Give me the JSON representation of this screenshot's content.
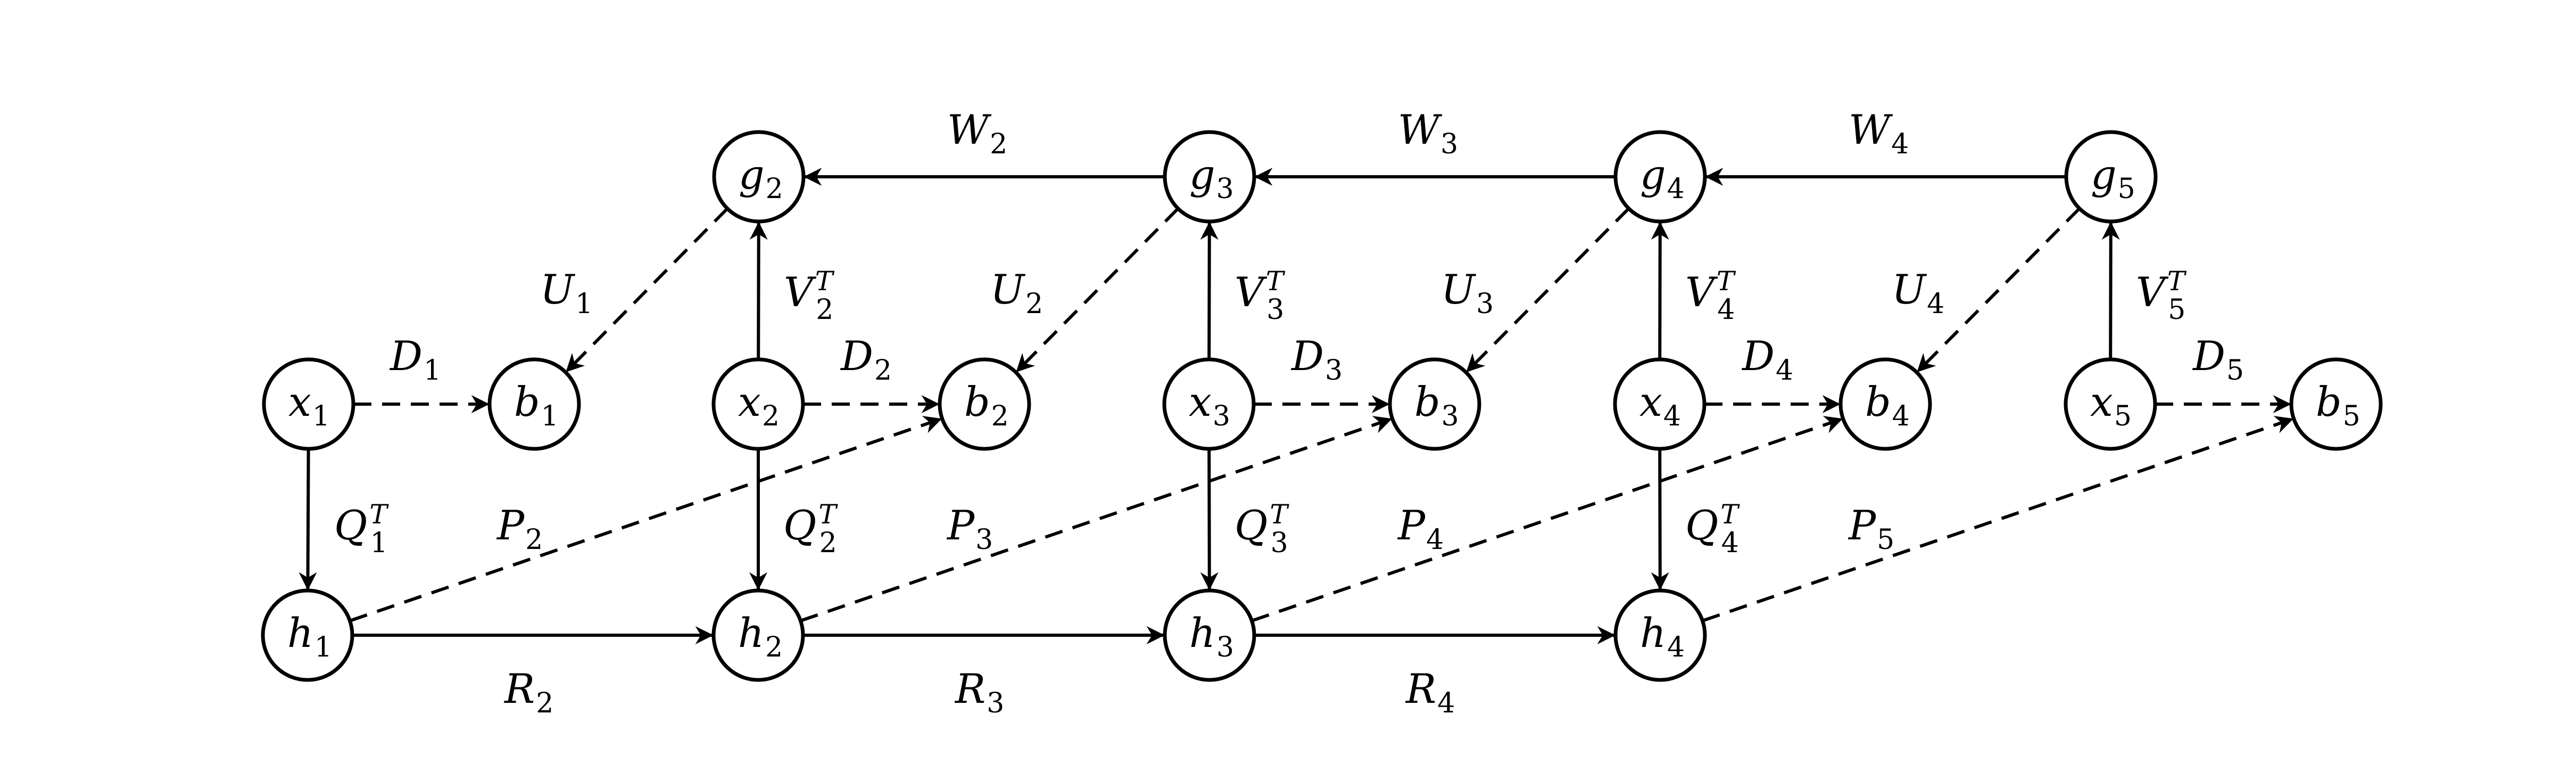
{
  "diagram": {
    "nodes": [
      {
        "id": "x1",
        "base": "x",
        "sub": "1"
      },
      {
        "id": "b1",
        "base": "b",
        "sub": "1"
      },
      {
        "id": "h1",
        "base": "h",
        "sub": "1"
      },
      {
        "id": "g2",
        "base": "g",
        "sub": "2"
      },
      {
        "id": "x2",
        "base": "x",
        "sub": "2"
      },
      {
        "id": "b2",
        "base": "b",
        "sub": "2"
      },
      {
        "id": "h2",
        "base": "h",
        "sub": "2"
      },
      {
        "id": "g3",
        "base": "g",
        "sub": "3"
      },
      {
        "id": "x3",
        "base": "x",
        "sub": "3"
      },
      {
        "id": "b3",
        "base": "b",
        "sub": "3"
      },
      {
        "id": "h3",
        "base": "h",
        "sub": "3"
      },
      {
        "id": "g4",
        "base": "g",
        "sub": "4"
      },
      {
        "id": "x4",
        "base": "x",
        "sub": "4"
      },
      {
        "id": "b4",
        "base": "b",
        "sub": "4"
      },
      {
        "id": "h4",
        "base": "h",
        "sub": "4"
      },
      {
        "id": "g5",
        "base": "g",
        "sub": "5"
      },
      {
        "id": "x5",
        "base": "x",
        "sub": "5"
      },
      {
        "id": "b5",
        "base": "b",
        "sub": "5"
      }
    ],
    "edges": [
      {
        "from": "x1",
        "to": "b1",
        "style": "dashed",
        "label": {
          "base": "D",
          "sub": "1"
        }
      },
      {
        "from": "x1",
        "to": "h1",
        "style": "solid",
        "label": {
          "base": "Q",
          "sub": "1",
          "sup": "T"
        }
      },
      {
        "from": "h1",
        "to": "b2",
        "style": "dashed",
        "label": {
          "base": "P",
          "sub": "2"
        }
      },
      {
        "from": "h1",
        "to": "h2",
        "style": "solid",
        "label": {
          "base": "R",
          "sub": "2"
        }
      },
      {
        "from": "g2",
        "to": "b1",
        "style": "dashed",
        "label": {
          "base": "U",
          "sub": "1"
        }
      },
      {
        "from": "x2",
        "to": "g2",
        "style": "solid",
        "label": {
          "base": "V",
          "sub": "2",
          "sup": "T"
        }
      },
      {
        "from": "x2",
        "to": "b2",
        "style": "dashed",
        "label": {
          "base": "D",
          "sub": "2"
        }
      },
      {
        "from": "x2",
        "to": "h2",
        "style": "solid",
        "label": {
          "base": "Q",
          "sub": "2",
          "sup": "T"
        }
      },
      {
        "from": "g3",
        "to": "g2",
        "style": "solid",
        "label": {
          "base": "W",
          "sub": "2"
        }
      },
      {
        "from": "h2",
        "to": "b3",
        "style": "dashed",
        "label": {
          "base": "P",
          "sub": "3"
        }
      },
      {
        "from": "h2",
        "to": "h3",
        "style": "solid",
        "label": {
          "base": "R",
          "sub": "3"
        }
      },
      {
        "from": "g3",
        "to": "b2",
        "style": "dashed",
        "label": {
          "base": "U",
          "sub": "2"
        }
      },
      {
        "from": "x3",
        "to": "g3",
        "style": "solid",
        "label": {
          "base": "V",
          "sub": "3",
          "sup": "T"
        }
      },
      {
        "from": "x3",
        "to": "b3",
        "style": "dashed",
        "label": {
          "base": "D",
          "sub": "3"
        }
      },
      {
        "from": "x3",
        "to": "h3",
        "style": "solid",
        "label": {
          "base": "Q",
          "sub": "3",
          "sup": "T"
        }
      },
      {
        "from": "g4",
        "to": "g3",
        "style": "solid",
        "label": {
          "base": "W",
          "sub": "3"
        }
      },
      {
        "from": "h3",
        "to": "b4",
        "style": "dashed",
        "label": {
          "base": "P",
          "sub": "4"
        }
      },
      {
        "from": "h3",
        "to": "h4",
        "style": "solid",
        "label": {
          "base": "R",
          "sub": "4"
        }
      },
      {
        "from": "g4",
        "to": "b3",
        "style": "dashed",
        "label": {
          "base": "U",
          "sub": "3"
        }
      },
      {
        "from": "x4",
        "to": "g4",
        "style": "solid",
        "label": {
          "base": "V",
          "sub": "4",
          "sup": "T"
        }
      },
      {
        "from": "x4",
        "to": "b4",
        "style": "dashed",
        "label": {
          "base": "D",
          "sub": "4"
        }
      },
      {
        "from": "x4",
        "to": "h4",
        "style": "solid",
        "label": {
          "base": "Q",
          "sub": "4",
          "sup": "T"
        }
      },
      {
        "from": "g5",
        "to": "g4",
        "style": "solid",
        "label": {
          "base": "W",
          "sub": "4"
        }
      },
      {
        "from": "h4",
        "to": "b5",
        "style": "dashed",
        "label": {
          "base": "P",
          "sub": "5"
        }
      },
      {
        "from": "g5",
        "to": "b4",
        "style": "dashed",
        "label": {
          "base": "U",
          "sub": "4"
        }
      },
      {
        "from": "x5",
        "to": "g5",
        "style": "solid",
        "label": {
          "base": "V",
          "sub": "5",
          "sup": "T"
        }
      },
      {
        "from": "x5",
        "to": "b5",
        "style": "dashed",
        "label": {
          "base": "D",
          "sub": "5"
        }
      }
    ]
  }
}
